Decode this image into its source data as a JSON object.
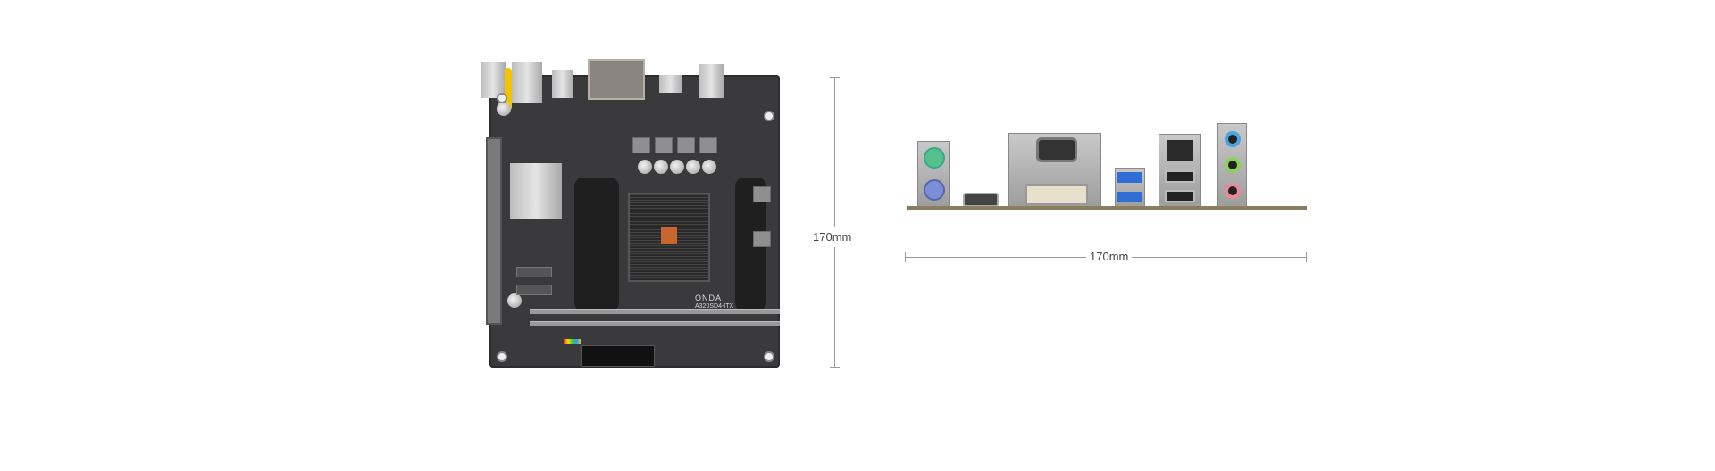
{
  "board": {
    "brand_logo": "ONDA",
    "model": "A320SD4-ITX"
  },
  "dimensions": {
    "height_label": "170mm",
    "width_label": "170mm"
  },
  "colors": {
    "ps2_keyboard": "#7b8fd6",
    "ps2_mouse": "#57c08c",
    "audio_line_in": "#4aa4e0",
    "audio_line_out": "#8fd05a",
    "audio_mic": "#e88a9a",
    "usb3": "#2f6fd4"
  }
}
